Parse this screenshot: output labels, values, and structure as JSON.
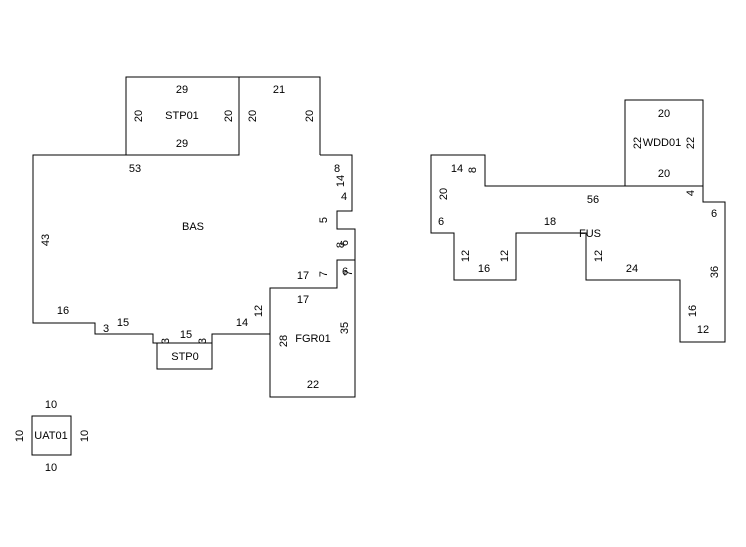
{
  "sketch": {
    "labels": {
      "bas": "BAS",
      "stp01": "STP01",
      "stp02": "STP0",
      "fgr01": "FGR01",
      "uat01": "UAT01",
      "fus": "FUS",
      "wdd01": "WDD01"
    },
    "dims": {
      "stp01_top": "29",
      "stp01_left": "20",
      "stp01_right": "20",
      "stp01_bottom": "29",
      "ext_top": "21",
      "ext_left": "20",
      "ext_right": "20",
      "bas_53": "53",
      "bas_43": "43",
      "bas_8": "8",
      "bas_14": "14",
      "bas_4": "4",
      "bas_5": "5",
      "bas_6a": "6",
      "bas_8b": "8",
      "bas_17": "17",
      "bas_7a": "7",
      "bas_6b": "6",
      "bas_7b": "7",
      "bas_16": "16",
      "bas_15a": "15",
      "bas_3a": "3",
      "bas_14b": "14",
      "bas_12": "12",
      "stp02_3a": "3",
      "stp02_15": "15",
      "stp02_3b": "3",
      "fgr_17": "17",
      "fgr_28": "28",
      "fgr_35": "35",
      "fgr_22": "22",
      "uat_top": "10",
      "uat_left": "10",
      "uat_right": "10",
      "uat_bottom": "10",
      "fus_14": "14",
      "fus_8": "8",
      "fus_20": "20",
      "fus_6a": "6",
      "fus_56": "56",
      "fus_18": "18",
      "fus_12a": "12",
      "fus_16a": "16",
      "fus_12b": "12",
      "fus_12c": "12",
      "fus_24": "24",
      "fus_4": "4",
      "fus_6b": "6",
      "fus_36": "36",
      "fus_16b": "16",
      "fus_12d": "12",
      "wdd_top": "20",
      "wdd_left": "22",
      "wdd_right": "22",
      "wdd_bottom": "20"
    }
  }
}
